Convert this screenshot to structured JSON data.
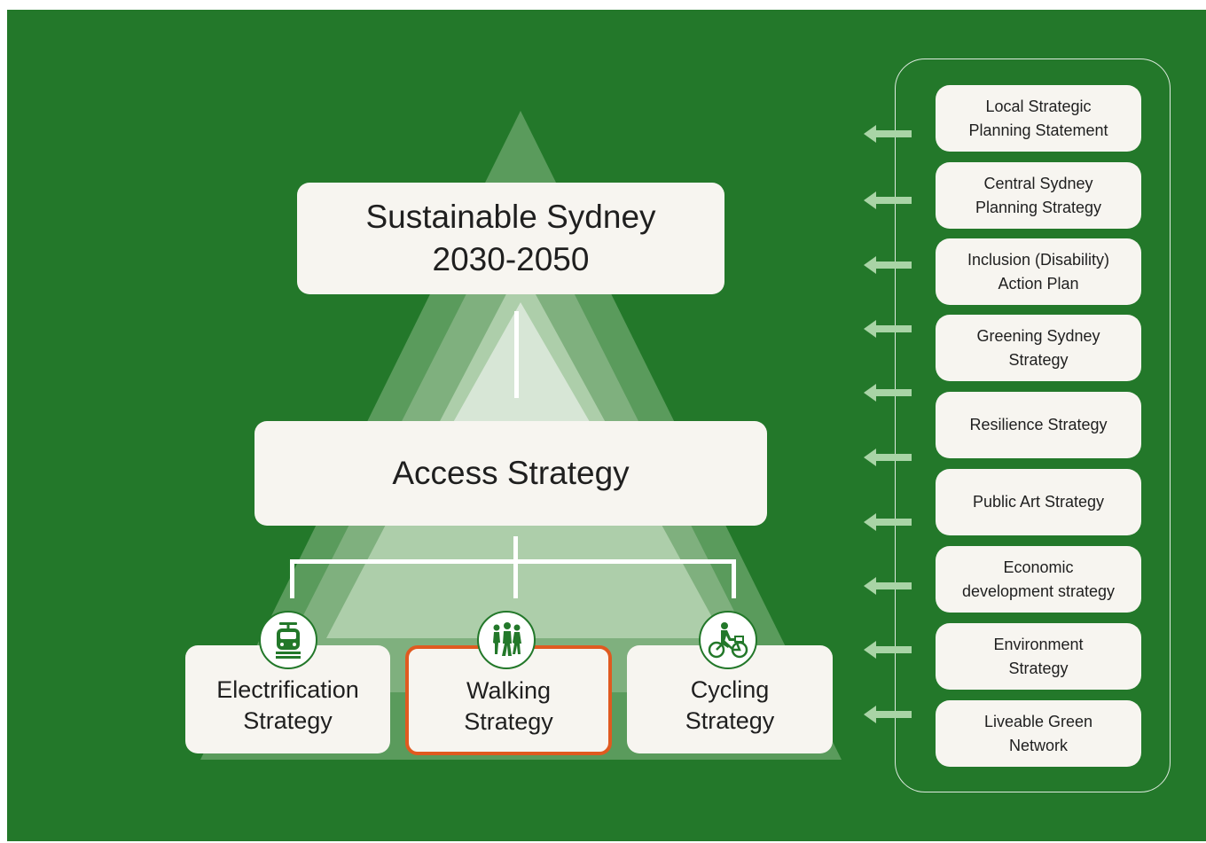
{
  "colors": {
    "background": "#23782a",
    "box": "#f7f5f0",
    "highlight": "#e05a20",
    "arrow": "#a9d4a6"
  },
  "hierarchy": {
    "top": {
      "line1": "Sustainable Sydney",
      "line2": "2030-2050"
    },
    "middle": {
      "label": "Access Strategy"
    },
    "leaves": [
      {
        "line1": "Electrification",
        "line2": "Strategy",
        "icon": "train-icon"
      },
      {
        "line1": "Walking",
        "line2": "Strategy",
        "icon": "walking-people-icon",
        "highlighted": true
      },
      {
        "line1": "Cycling",
        "line2": "Strategy",
        "icon": "bicycle-icon"
      }
    ]
  },
  "related_strategies": [
    {
      "line1": "Local Strategic",
      "line2": "Planning Statement"
    },
    {
      "line1": "Central Sydney",
      "line2": "Planning Strategy"
    },
    {
      "line1": "Inclusion (Disability)",
      "line2": "Action Plan"
    },
    {
      "line1": "Greening Sydney",
      "line2": "Strategy"
    },
    {
      "line1": "Resilience Strategy",
      "line2": ""
    },
    {
      "line1": "Public Art Strategy",
      "line2": ""
    },
    {
      "line1": "Economic",
      "line2": "development strategy"
    },
    {
      "line1": "Environment",
      "line2": "Strategy"
    },
    {
      "line1": "Liveable Green",
      "line2": "Network"
    }
  ]
}
